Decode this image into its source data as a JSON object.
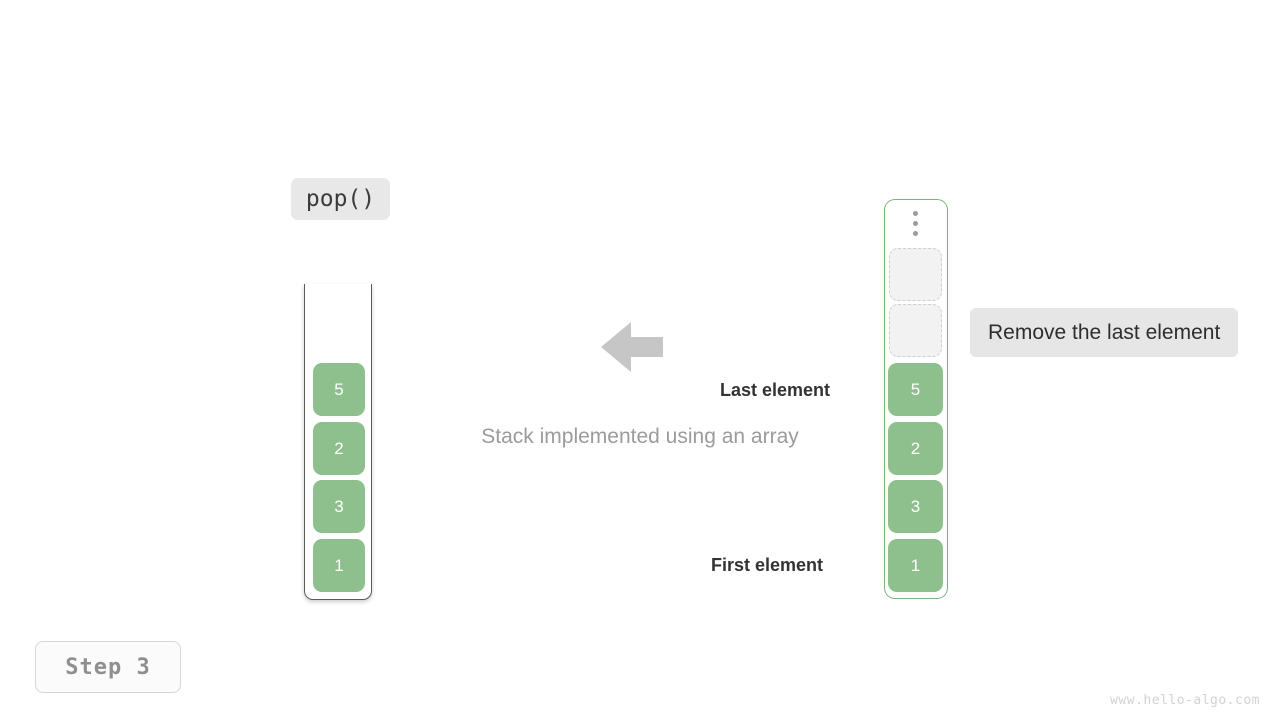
{
  "operation": {
    "label": "pop()"
  },
  "caption": {
    "text": "Stack implemented using an array"
  },
  "annotation": {
    "text": "Remove the last element"
  },
  "pointers": {
    "last": "Last element",
    "first": "First element"
  },
  "step": {
    "label": "Step 3"
  },
  "watermark": {
    "text": "www.hello-algo.com"
  },
  "colors": {
    "cell_fill": "#8dc08d",
    "cell_text": "#ffffff",
    "array_border": "#7bb37b",
    "empty_slot_fill": "#f2f2f2",
    "empty_slot_border": "#cfcfcf",
    "badge_bg": "#e8e8e8",
    "callout_bg": "#e6e6e6",
    "arrow": "#c6c6c6",
    "caption_text": "#9b9b9b",
    "step_text": "#8f8f8f",
    "watermark_text": "#d2d2d2",
    "container_border": "#5c5c5c"
  },
  "stack": {
    "name": "stack-view",
    "values": [
      "5",
      "2",
      "3",
      "1"
    ],
    "top_index": 0
  },
  "array": {
    "name": "array-view",
    "overflow_icon": "vertical-ellipsis-icon",
    "empty_slots": 2,
    "values": [
      "5",
      "2",
      "3",
      "1"
    ]
  },
  "arrow": {
    "direction": "left",
    "icon": "arrow-left-icon"
  }
}
